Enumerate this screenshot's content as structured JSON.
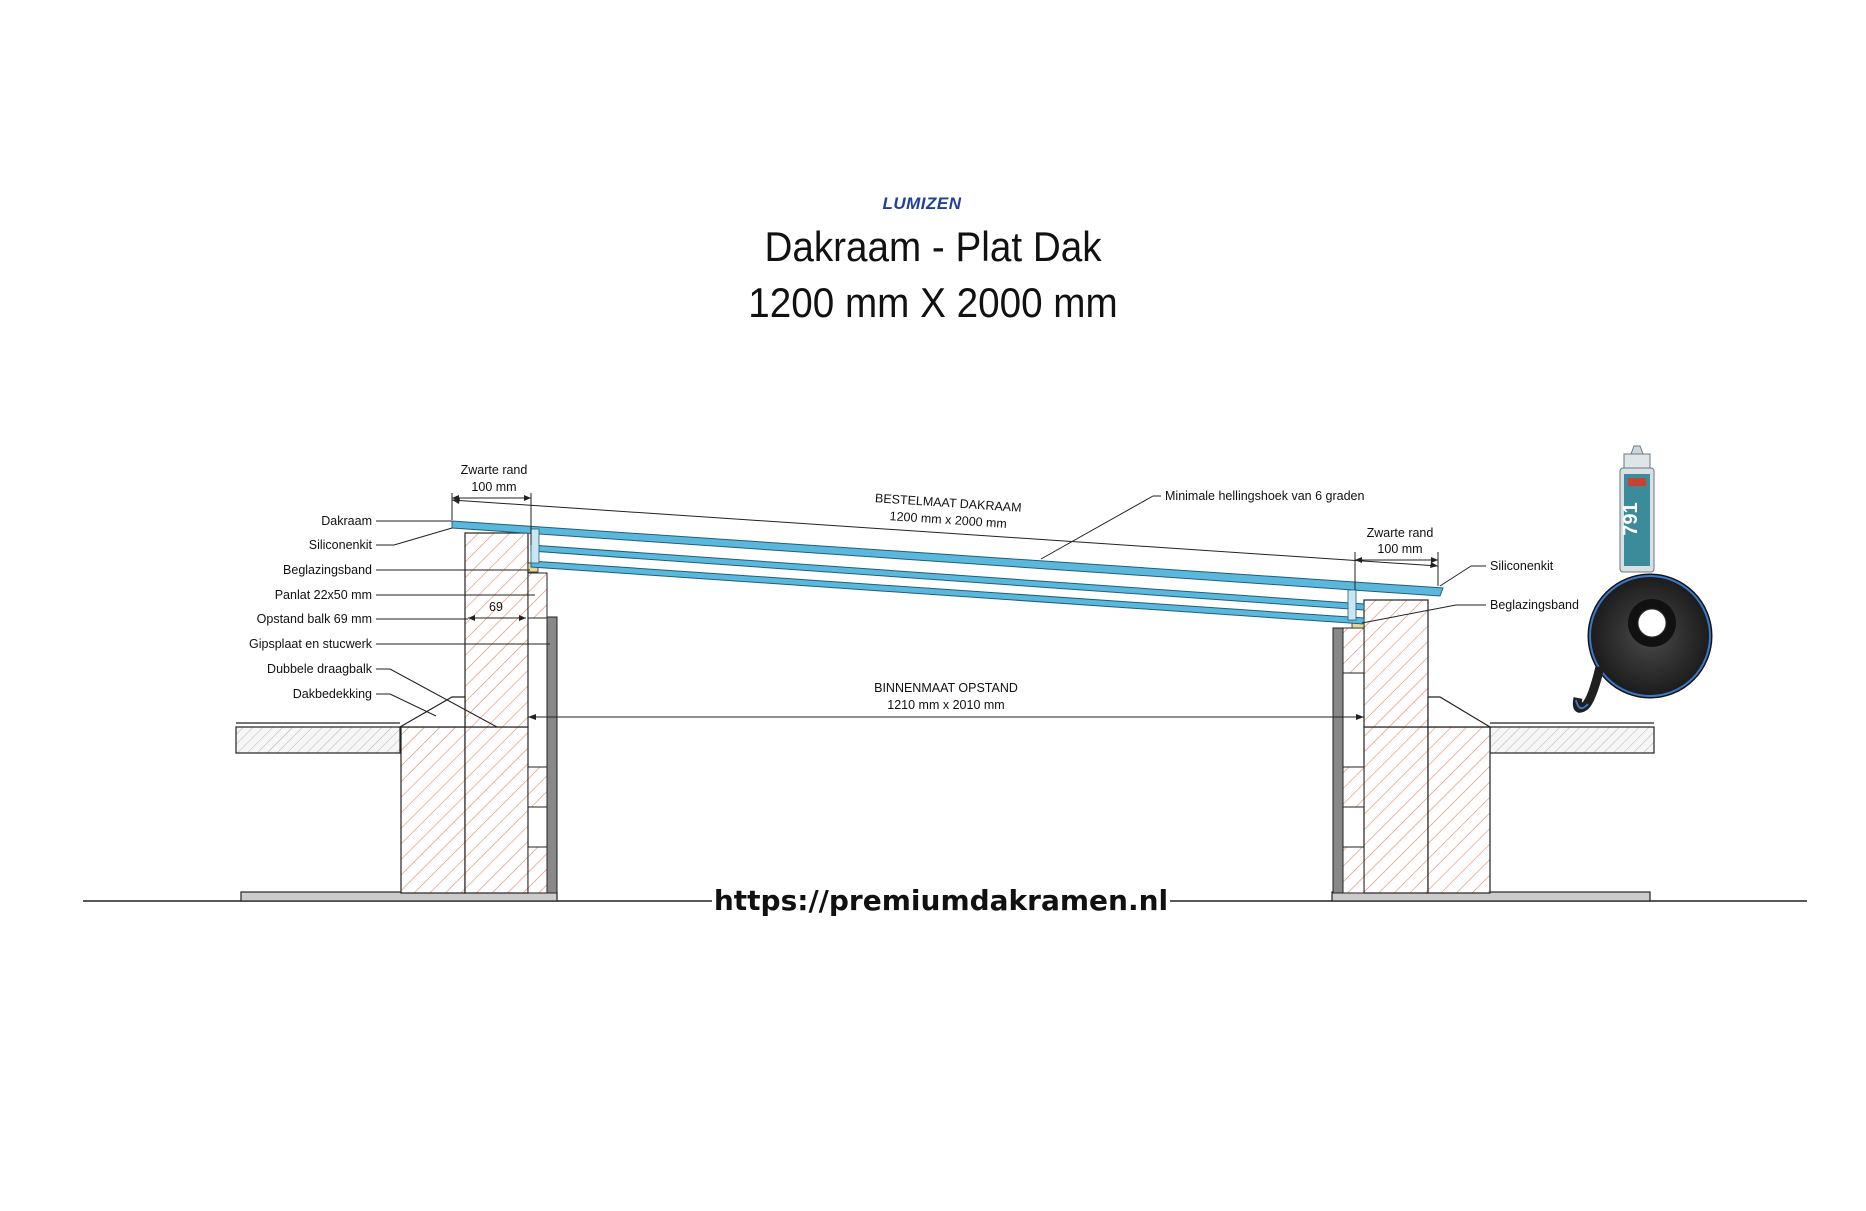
{
  "header": {
    "logo": "LUMIZEN",
    "title": "Dakraam - Plat Dak",
    "subtitle": "1200 mm X 2000 mm"
  },
  "labels_left": [
    "Dakraam",
    "Siliconenkit",
    "Beglazingsband",
    "Panlat 22x50 mm",
    "Opstand balk 69 mm",
    "Gipsplaat en stucwerk",
    "Dubbele draagbalk",
    "Dakbedekking"
  ],
  "labels_right": {
    "siliconenkit": "Siliconenkit",
    "beglazingsband": "Beglazingsband"
  },
  "dimensions": {
    "zwarte_rand_left_title": "Zwarte rand",
    "zwarte_rand_left_value": "100 mm",
    "zwarte_rand_right_title": "Zwarte rand",
    "zwarte_rand_right_value": "100 mm",
    "bestelmaat_title": "BESTELMAAT DAKRAAM",
    "bestelmaat_value": "1200 mm x 2000 mm",
    "helling": "Minimale hellingshoek van 6 graden",
    "opstand_width": "69",
    "binnenmaat_title": "BINNENMAAT OPSTAND",
    "binnenmaat_value": "1210 mm x 2010 mm"
  },
  "product_tube_label": "791",
  "footer_url": "https://premiumdakramen.nl",
  "colors": {
    "glass": "#5bb8dc",
    "hatch": "#e8836b",
    "logo": "#1f3f9a",
    "panlat": "#e6d79a"
  }
}
